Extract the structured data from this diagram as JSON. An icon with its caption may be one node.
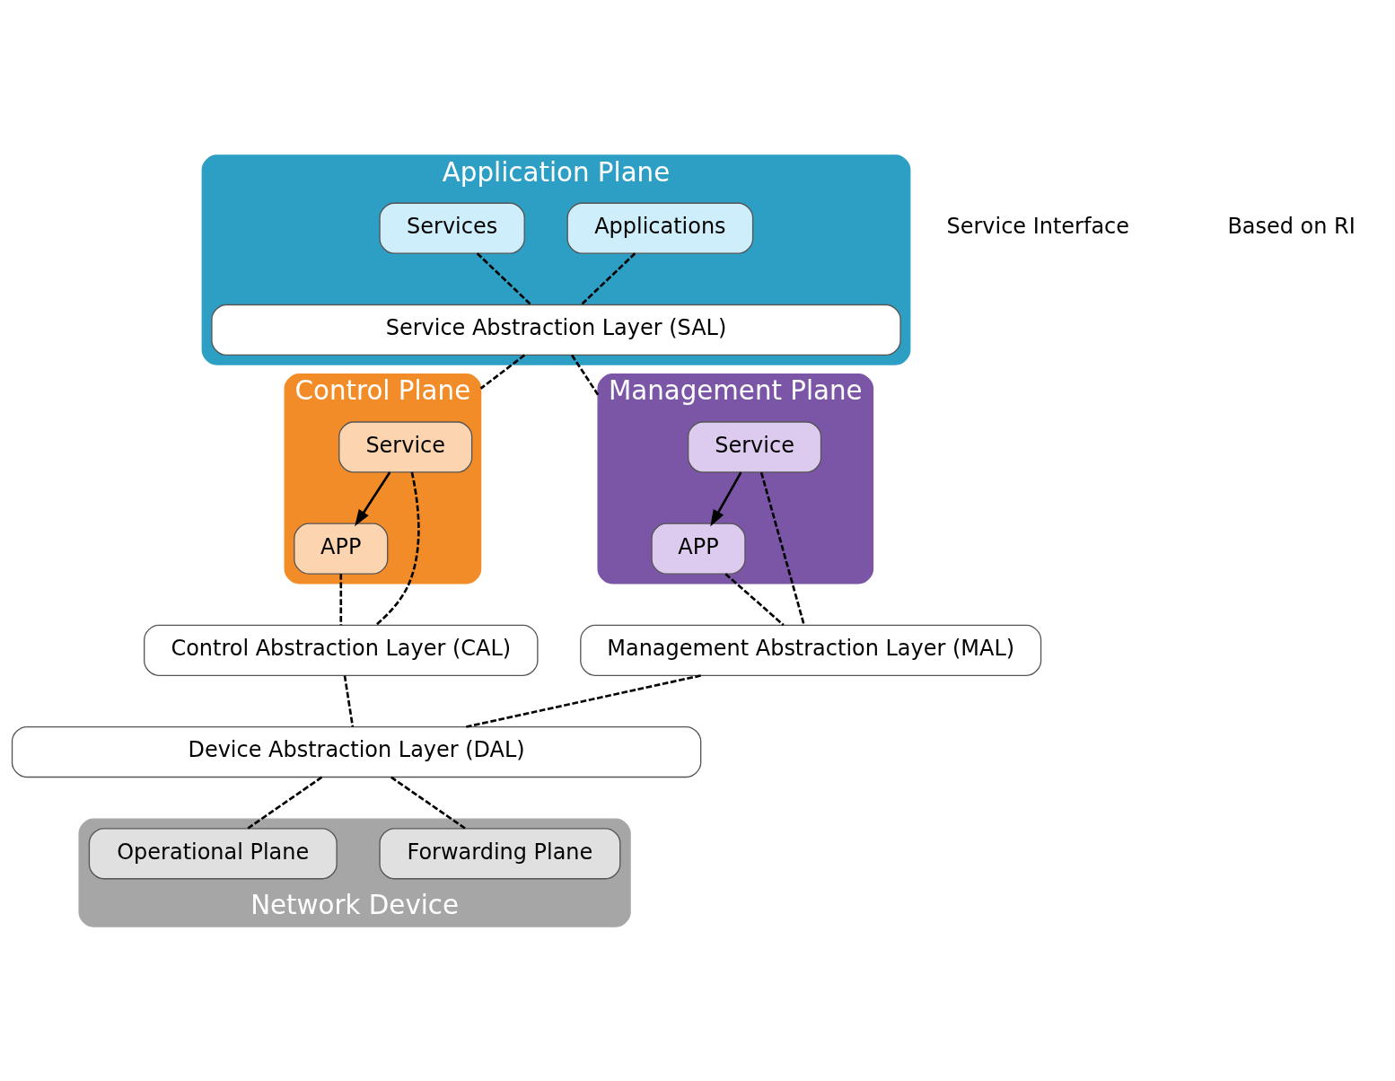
{
  "diagram": {
    "nodes": [
      {
        "text": [
          "Application Plane"
        ]
      },
      {
        "text": [
          "Applications"
        ],
        "in": 0
      },
      {
        "text": [
          "Services"
        ],
        "in": 0
      },
      {
        "text": [
          "Service Abstraction Layer (SAL)"
        ],
        "in": 0
      },
      {
        "text": [
          "Control Plane"
        ]
      },
      {
        "text": [
          "Service"
        ],
        "in": 4
      },
      {
        "text": [
          "APP"
        ],
        "in": 4
      },
      {
        "text": [
          "Control Abstraction Layer (CAL)"
        ]
      },
      {
        "text": [
          "Management Plane"
        ]
      },
      {
        "text": [
          "APP"
        ],
        "in": 8
      },
      {
        "text": [
          "Service"
        ],
        "in": 8
      },
      {
        "text": [
          "Management Abstraction Layer (MAL)"
        ]
      },
      {
        "text": [
          "Network Device"
        ]
      },
      {
        "text": [
          "Device Abstraction Layer (DAL)"
        ]
      },
      {
        "text": [
          "Forwarding Plane"
        ],
        "in": 12
      },
      {
        "text": [
          "Operational Plane"
        ],
        "in": 12
      }
    ],
    "edges": [
      {
        "from": 1,
        "to": 3,
        "arrow": "none",
        "style": "dashed"
      },
      {
        "from": 2,
        "to": 3,
        "arrow": "none",
        "style": "dashed"
      },
      {
        "from": 3,
        "to": 4,
        "arrow": "none",
        "style": "dashed"
      },
      {
        "from": 3,
        "to": 8,
        "arrow": "none",
        "style": "dashed"
      },
      {
        "from": 5,
        "to": 6,
        "arrow": "to"
      },
      {
        "from": 10,
        "to": 9,
        "arrow": "to"
      },
      {
        "from": 5,
        "to": 7,
        "arrow": "none",
        "style": "dashed"
      },
      {
        "from": 6,
        "to": 7,
        "arrow": "none",
        "style": "dashed"
      },
      {
        "from": 9,
        "to": 11,
        "arrow": "none",
        "style": "dashed"
      },
      {
        "from": 10,
        "to": 11,
        "arrow": "none",
        "style": "dashed"
      },
      {
        "from": 7,
        "to": 13,
        "arrow": "none",
        "style": "dashed"
      },
      {
        "from": 11,
        "to": 13,
        "arrow": "none",
        "style": "dashed"
      },
      {
        "from": 13,
        "to": 14,
        "arrow": "none",
        "style": "dashed"
      },
      {
        "from": 13,
        "to": 15,
        "arrow": "none",
        "style": "dashed"
      }
    ],
    "labels": [
      "Service Interface",
      "Based on RI"
    ]
  }
}
